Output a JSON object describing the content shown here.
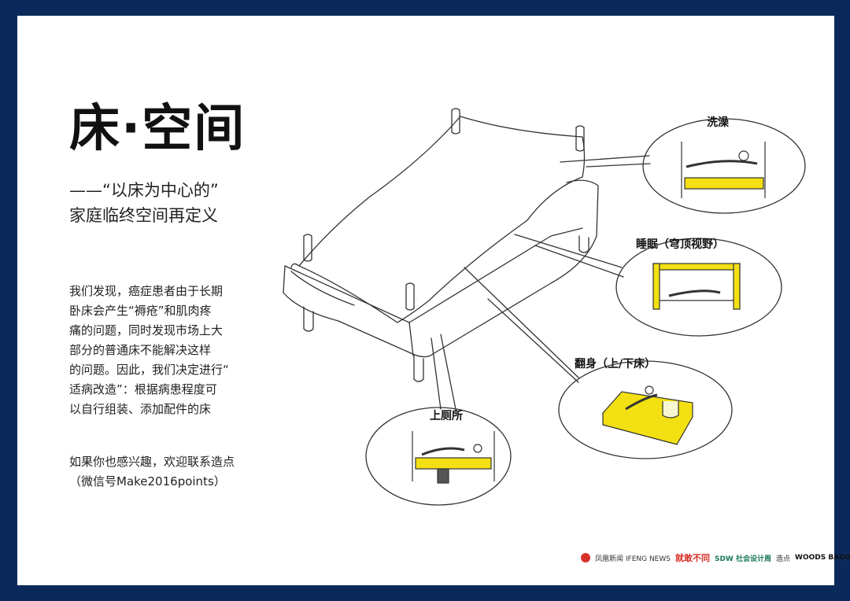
{
  "title": "床·空间",
  "subtitle_line1": "——“以床为中心的”",
  "subtitle_line2": "家庭临终空间再定义",
  "body_lines": [
    "我们发现，癌症患者由于长期",
    "卧床会产生“褥疮”和肌肉疼",
    "痛的问题，同时发现市场上大",
    "部分的普通床不能解决这样",
    "的问题。因此，我们决定进行“",
    "适病改造”：根据病患程度可",
    "以自行组装、添加配件的床"
  ],
  "contact_lines": [
    "如果你也感兴趣，欢迎联系造点",
    "（微信号Make2016points）"
  ],
  "labels": {
    "bath": "洗澡",
    "sleep": "睡眠（穹顶视野）",
    "turn": "翻身（上/下床）",
    "toilet": "上厕所"
  },
  "logos": {
    "ifeng": "凤凰新闻 IFENG NEWS",
    "show": "就敢不同",
    "sdw": "SDW 社会设计周",
    "zaodian": "造点",
    "woods": "WOODS BAGOT"
  },
  "colors": {
    "frame": "#0b2a5b",
    "accent_yellow": "#f2e012",
    "ifeng_red": "#d8302a"
  }
}
